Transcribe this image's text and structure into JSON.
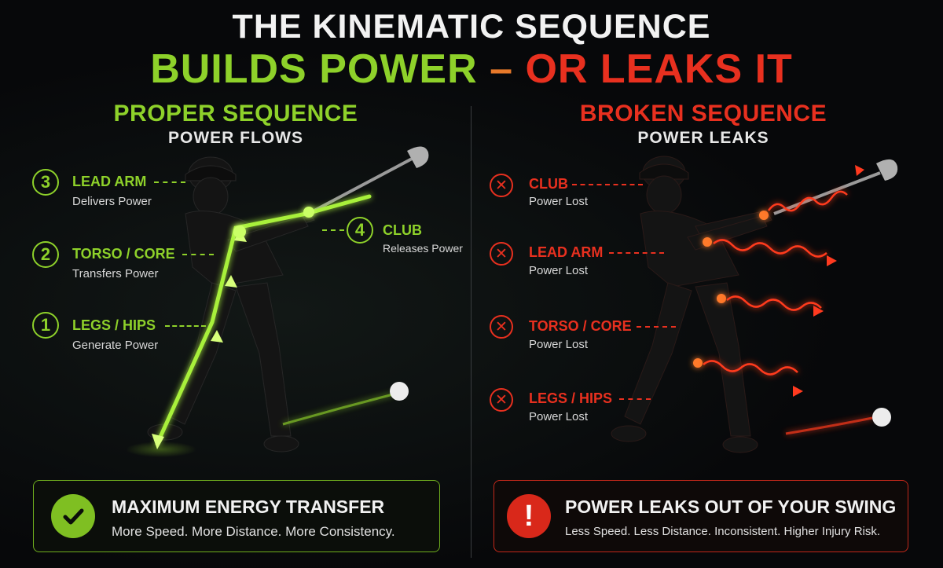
{
  "title": {
    "line1": "THE KINEMATIC SEQUENCE",
    "line2_part1": "BUILDS POWER",
    "line2_dash": "–",
    "line2_part2": "OR LEAKS IT"
  },
  "left": {
    "heading": "PROPER SEQUENCE",
    "subheading": "POWER FLOWS",
    "steps": [
      {
        "num": "3",
        "label": "LEAD ARM",
        "desc": "Delivers Power"
      },
      {
        "num": "2",
        "label": "TORSO / CORE",
        "desc": "Transfers Power"
      },
      {
        "num": "1",
        "label": "LEGS / HIPS",
        "desc": "Generate Power"
      },
      {
        "num": "4",
        "label": "CLUB",
        "desc": "Releases Power"
      }
    ],
    "summary": {
      "title": "MAXIMUM ENERGY TRANSFER",
      "text": "More Speed. More Distance. More Consistency.",
      "icon": "check-icon"
    }
  },
  "right": {
    "heading": "BROKEN SEQUENCE",
    "subheading": "POWER LEAKS",
    "steps": [
      {
        "label": "CLUB",
        "desc": "Power Lost"
      },
      {
        "label": "LEAD ARM",
        "desc": "Power Lost"
      },
      {
        "label": "TORSO / CORE",
        "desc": "Power Lost"
      },
      {
        "label": "LEGS / HIPS",
        "desc": "Power Lost"
      }
    ],
    "summary": {
      "title": "POWER LEAKS OUT OF YOUR SWING",
      "text": "Less Speed. Less Distance. Inconsistent. Higher Injury Risk.",
      "icon": "exclamation-icon"
    }
  },
  "colors": {
    "green": "#8ed12a",
    "red": "#e8301f",
    "background": "#07080a"
  }
}
